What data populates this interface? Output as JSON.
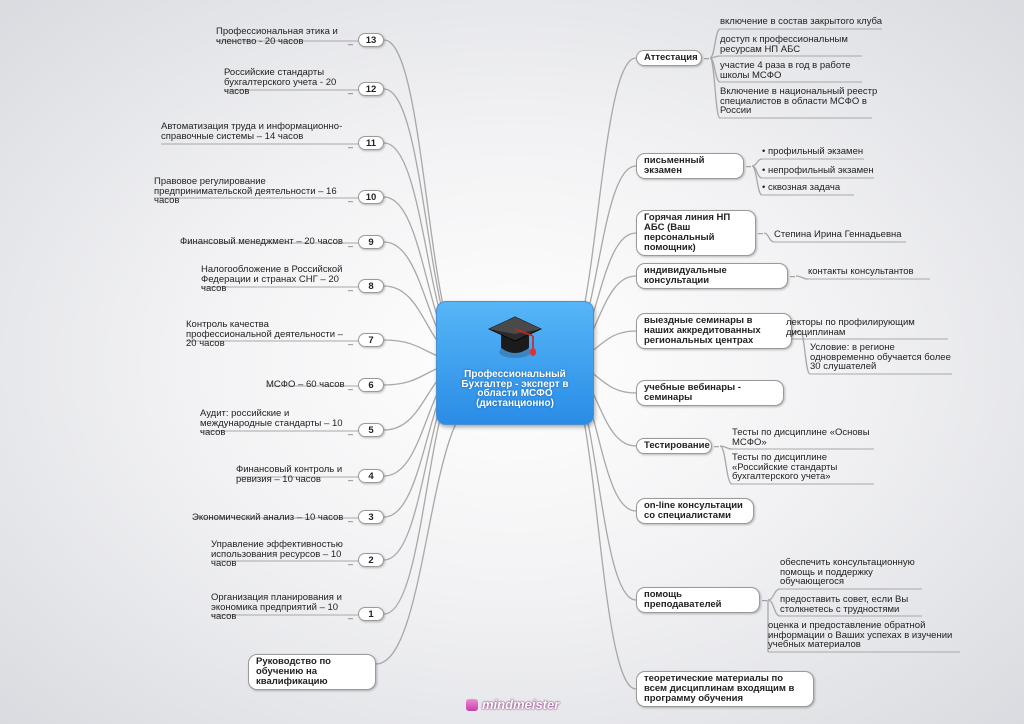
{
  "center": {
    "title": "Профессиональный Бухгалтер - эксперт в области МСФО (дистанционно)",
    "icon": "graduation-cap-icon"
  },
  "left_nodes": [
    {
      "num": "13",
      "text": "Профессиональная этика и членство - 20 часов"
    },
    {
      "num": "12",
      "text": "Российские стандарты бухгалтерского учета - 20 часов"
    },
    {
      "num": "11",
      "text": "Автоматизация труда и информационно-справочные системы – 14 часов"
    },
    {
      "num": "10",
      "text": "Правовое регулирование предпринимательской деятельности – 16 часов"
    },
    {
      "num": "9",
      "text": "Финансовый менеджмент – 20 часов"
    },
    {
      "num": "8",
      "text": "Налогообложение в Российской Федерации и странах СНГ – 20 часов"
    },
    {
      "num": "7",
      "text": "Контроль качества профессиональной деятельности – 20 часов"
    },
    {
      "num": "6",
      "text": "МСФО – 60 часов"
    },
    {
      "num": "5",
      "text": "Аудит: российские и международные стандарты – 10 часов"
    },
    {
      "num": "4",
      "text": "Финансовый контроль и ревизия – 10 часов"
    },
    {
      "num": "3",
      "text": "Экономический анализ – 10 часов"
    },
    {
      "num": "2",
      "text": "Управление эффективностью использования ресурсов – 10 часов"
    },
    {
      "num": "1",
      "text": "Организация планирования и экономика предприятий  – 10 часов"
    }
  ],
  "guide": "Руководство по обучению на квалификацию",
  "right_nodes": [
    {
      "label": "Аттестация",
      "children": [
        "включение в состав закрытого клуба",
        "доступ к профессиональным ресурсам НП АБС",
        "участие 4 раза в год в работе школы МСФО",
        "Включение в национальный реестр специалистов в области МСФО в России"
      ]
    },
    {
      "label": "письменный экзамен",
      "children": [
        "• профильный экзамен",
        "• непрофильный экзамен",
        "• сквозная задача"
      ]
    },
    {
      "label": "Горячая линия НП АБС (Ваш персональный помощник)",
      "children": [
        "Степина Ирина Геннадьевна"
      ]
    },
    {
      "label": "индивидуальные консультации",
      "children": [
        "контакты консультантов"
      ]
    },
    {
      "label": "выездные семинары в наших аккредитованных региональных центрах",
      "children": [
        "лекторы по профилирующим дисциплинам",
        "Условие: в регионе одновременно обучается более 30 слушателей"
      ]
    },
    {
      "label": "учебные вебинары - семинары",
      "children": []
    },
    {
      "label": "Тестирование",
      "children": [
        "Тесты по дисциплине «Основы МСФО»",
        "Тесты по дисциплине «Российские стандарты бухгалтерского учета»"
      ]
    },
    {
      "label": "on-line консультации со специалистами",
      "children": []
    },
    {
      "label": "помощь преподавателей",
      "children": [
        "обеспечить консультационную помощь и поддержку обучающегося",
        "предоставить совет, если Вы столкнетесь с трудностями",
        "оценка и предоставление обратной информации о Ваших успехах в изучении учебных материалов"
      ]
    },
    {
      "label": "теоретические материалы по всем дисциплинам входящим в программу обучения",
      "children": []
    }
  ],
  "brand": "mindmeister",
  "collapse_symbol": "–",
  "colors": {
    "center_top": "#56b6f7",
    "center_bottom": "#2a8ce6",
    "line": "#a8a8a8",
    "brand": "#c23ea6"
  }
}
